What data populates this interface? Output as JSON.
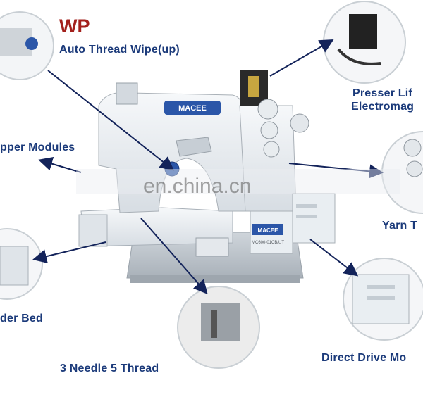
{
  "callout_title": "WP",
  "labels": {
    "auto_thread_wipe": "Auto Thread Wipe(up)",
    "presser_line1": "Presser Lif",
    "presser_line2": "Electromag",
    "upper_modules": "pper Modules",
    "yarn": "Yarn T",
    "cylinder_bed": "der Bed",
    "needle_thread": "3 Needle 5 Thread",
    "direct_drive": "Direct Drive Mo"
  },
  "machine": {
    "brand": "MACEE",
    "plate_brand": "MACEE",
    "model": "MC600-01CB/UT"
  },
  "watermark": "en.china.cn",
  "colors": {
    "label_blue": "#1b3a7a",
    "wp_red": "#a3201c",
    "arrow_navy": "#13235a",
    "machine_body": "#e9eef2",
    "badge_blue": "#2b56a8"
  }
}
